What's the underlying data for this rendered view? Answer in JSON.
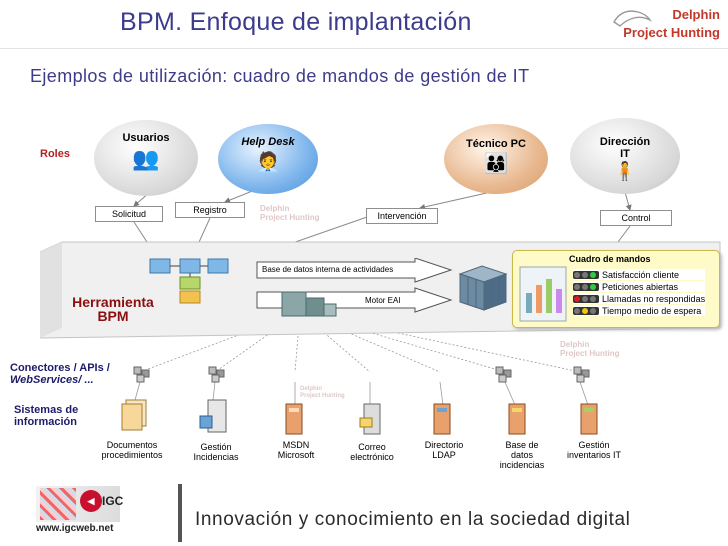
{
  "header": {
    "title": "BPM. Enfoque de implantación",
    "subtitle": "Ejemplos de utilización: cuadro de mandos de gestión de IT",
    "logo_line1": "Delphin",
    "logo_line2": "Project Hunting"
  },
  "roles": {
    "label": "Roles",
    "items": [
      "Usuarios",
      "Help Desk",
      "Técnico PC",
      "Dirección IT"
    ]
  },
  "actions": {
    "solicitud": "Solicitud",
    "registro": "Registro",
    "intervencion": "Intervención",
    "control": "Control"
  },
  "herramienta": {
    "line1": "Herramienta",
    "line2": "BPM",
    "db_label": "Base de datos interna de actividades",
    "motor_label": "Motor EAI"
  },
  "dashboard": {
    "title": "Cuadro de mandos",
    "items": [
      "Satisfacción cliente",
      "Peticiones abiertas",
      "Llamadas no respondidas",
      "Tiempo medio de espera"
    ]
  },
  "conectores": {
    "line1": "Conectores / APIs /",
    "line2": "WebServices/ ..."
  },
  "sistemas": {
    "line1": "Sistemas de",
    "line2": "información",
    "items": [
      {
        "l1": "Documentos",
        "l2": "procedimientos",
        "l3": ""
      },
      {
        "l1": "Gestión",
        "l2": "Incidencias",
        "l3": ""
      },
      {
        "l1": "MSDN",
        "l2": "Microsoft",
        "l3": ""
      },
      {
        "l1": "Correo",
        "l2": "electrónico",
        "l3": ""
      },
      {
        "l1": "Directorio",
        "l2": "LDAP",
        "l3": ""
      },
      {
        "l1": "Base de",
        "l2": "datos",
        "l3": "incidencias"
      },
      {
        "l1": "Gestión",
        "l2": "inventarios IT",
        "l3": ""
      }
    ]
  },
  "watermark": {
    "l1": "Delphin",
    "l2": "Project Hunting"
  },
  "footer": {
    "igc": "IGC",
    "url": "www.igcweb.net",
    "tagline": "Innovación y conocimiento en la sociedad digital"
  },
  "colors": {
    "title": "#3c3b8c",
    "accent_red": "#c0392b",
    "bubble_blue": "#4a90d9",
    "bubble_orange": "#d99a6c"
  }
}
